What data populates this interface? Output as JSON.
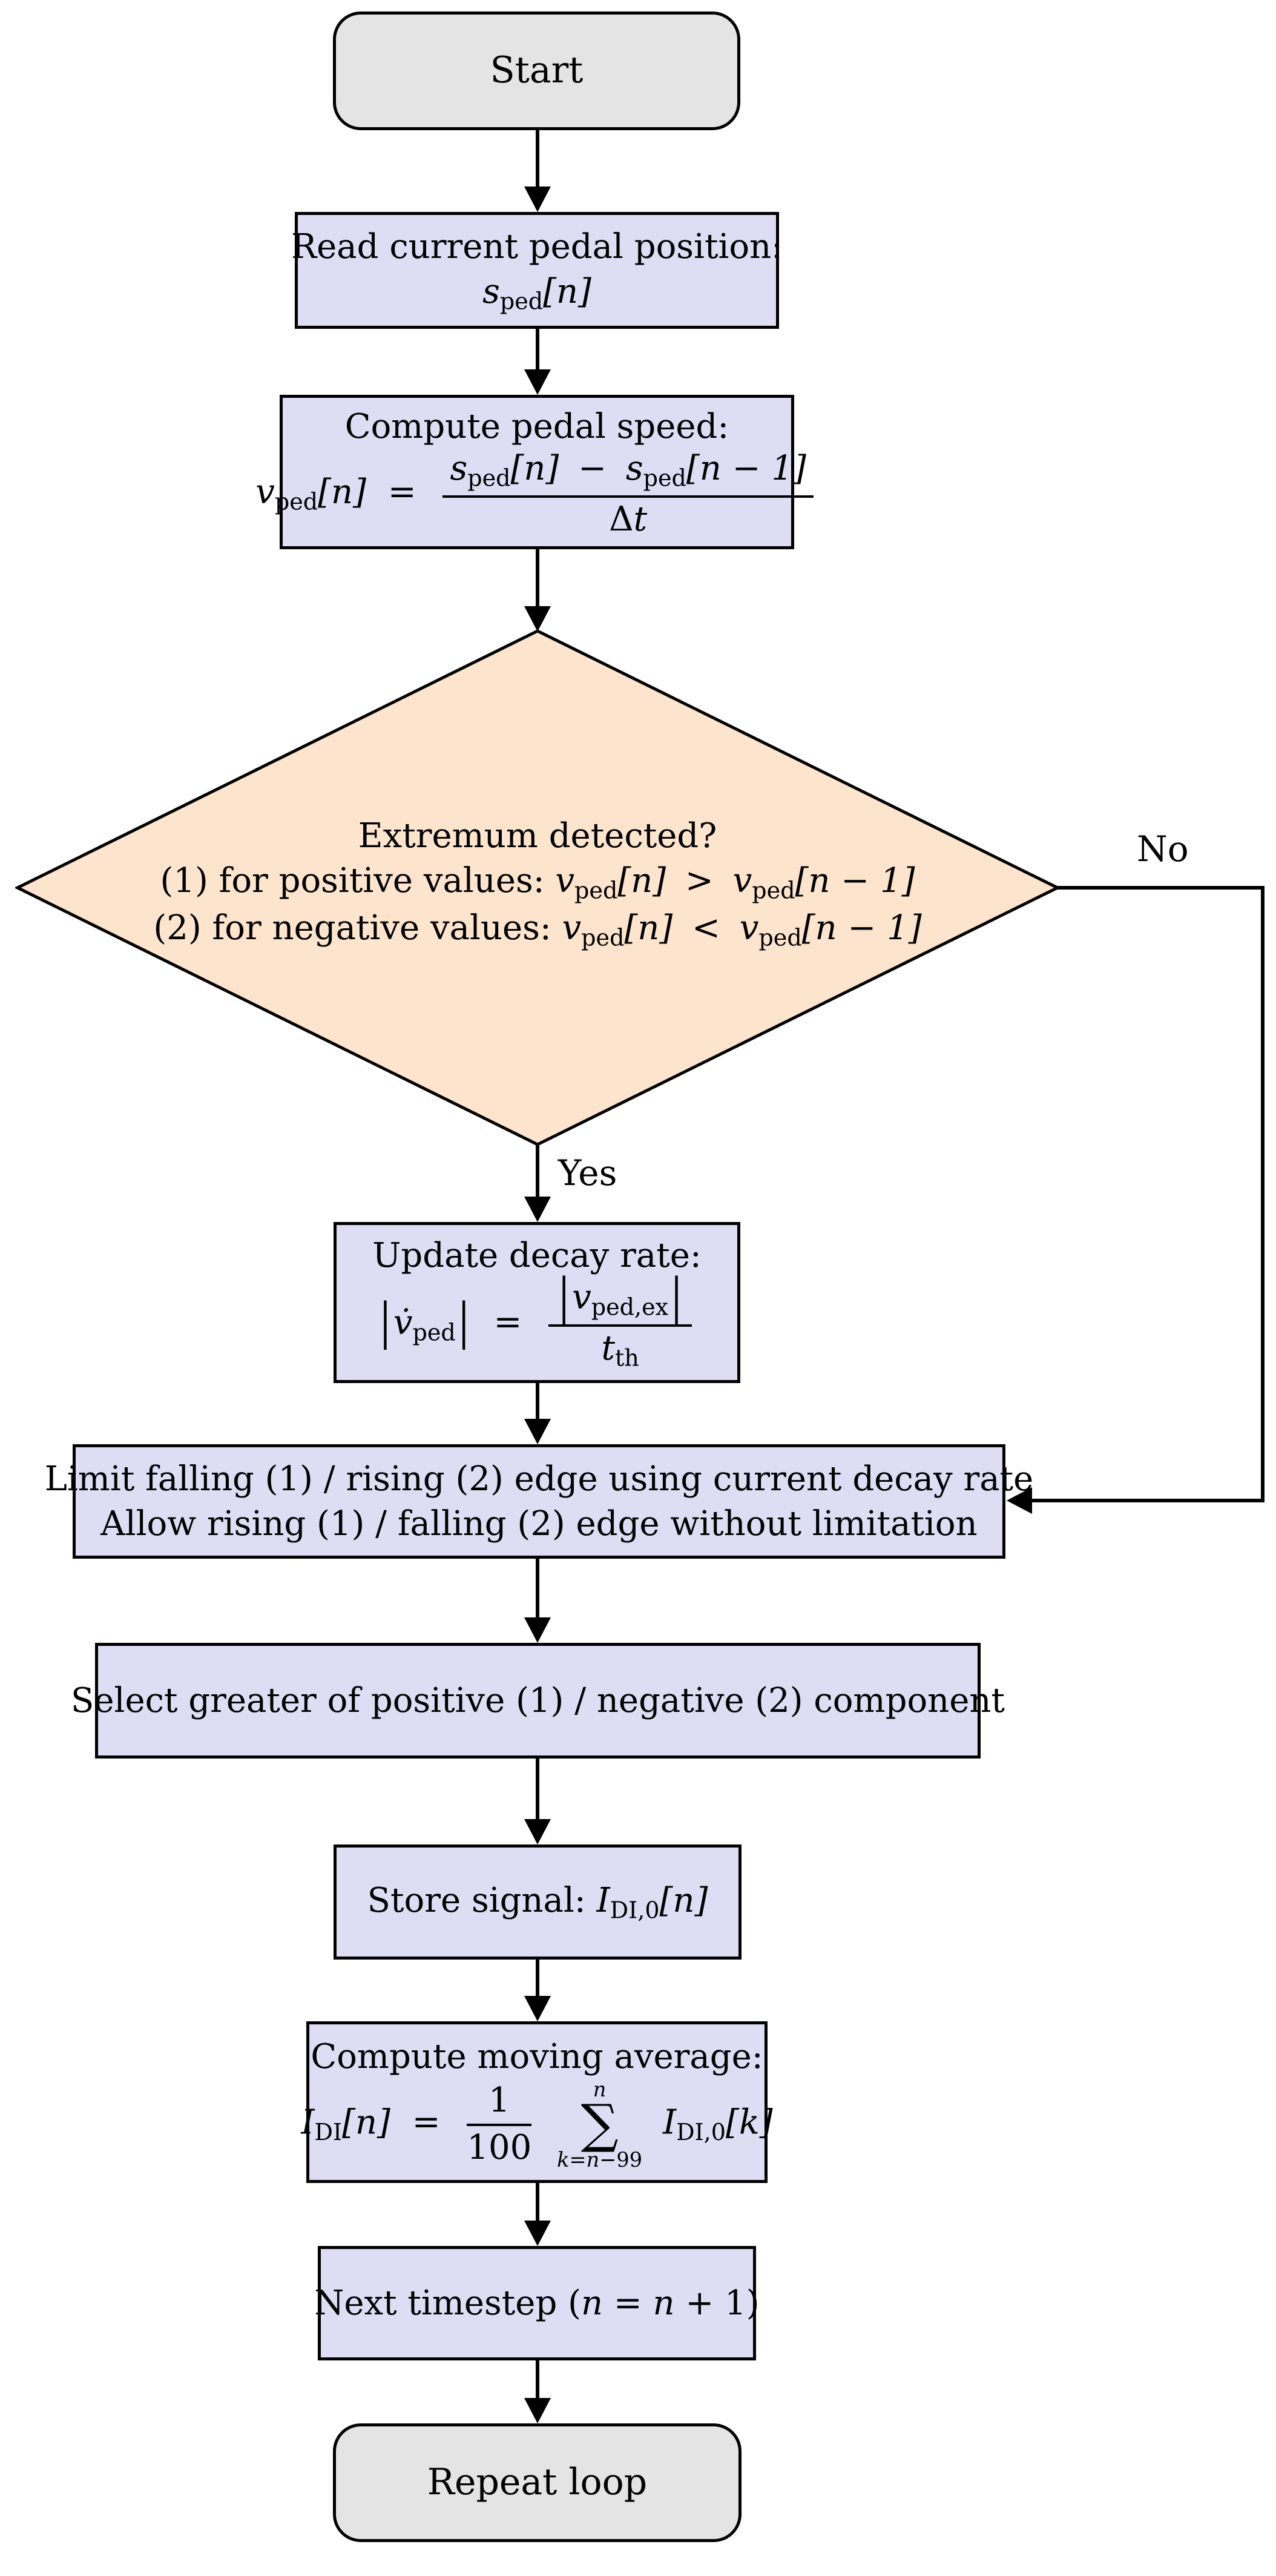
{
  "colors": {
    "process_fill": "#DFDDF4",
    "decision_fill": "#FCE5CC",
    "terminal_fill": "#E4E4E4",
    "line_color": "#000000"
  },
  "terminals": {
    "start": "Start",
    "repeat": "Repeat loop"
  },
  "edge_labels": {
    "yes": "Yes",
    "no": "No"
  },
  "read_box": {
    "title": "Read current pedal position:",
    "var": "s",
    "sub": "ped",
    "arg": "[n]"
  },
  "compute_box": {
    "title": "Compute pedal speed:",
    "lhs_var": "v",
    "lhs_sub": "ped",
    "lhs_arg": "[n]",
    "equals": "=",
    "num_var1": "s",
    "num_sub1": "ped",
    "num_arg1": "[n]",
    "minus": "−",
    "num_var2": "s",
    "num_sub2": "ped",
    "num_arg2": "[n − 1]",
    "den_delta": "Δ",
    "den_var": "t"
  },
  "decision": {
    "question": "Extremum detected?",
    "case1_label": "(1) for positive values:",
    "case1_lhs_var": "v",
    "case1_lhs_sub": "ped",
    "case1_lhs_arg": "[n]",
    "case1_op": ">",
    "case1_rhs_var": "v",
    "case1_rhs_sub": "ped",
    "case1_rhs_arg": "[n − 1]",
    "case2_label": "(2) for negative values:",
    "case2_lhs_var": "v",
    "case2_lhs_sub": "ped",
    "case2_lhs_arg": "[n]",
    "case2_op": "<",
    "case2_rhs_var": "v",
    "case2_rhs_sub": "ped",
    "case2_rhs_arg": "[n − 1]"
  },
  "update_box": {
    "title": "Update decay rate:",
    "lhs_bar_left": "|",
    "lhs_var": "v̇",
    "lhs_sub": "ped",
    "lhs_bar_right": "|",
    "equals": "=",
    "num_bar_left": "|",
    "num_var": "v",
    "num_sub": "ped,ex",
    "num_bar_right": "|",
    "den_var": "t",
    "den_sub": "th"
  },
  "limit_box": {
    "line1": "Limit falling (1) / rising (2) edge using current decay rate",
    "line2": "Allow rising (1) / falling (2) edge without limitation"
  },
  "select_box": {
    "line1": "Select greater of positive (1) / negative (2) component"
  },
  "store_box": {
    "title": "Store signal:",
    "var": "I",
    "sub": "DI,0",
    "arg": "[n]"
  },
  "avg_box": {
    "title": "Compute moving average:",
    "lhs_var": "I",
    "lhs_sub": "DI",
    "lhs_arg": "[n]",
    "equals": "=",
    "frac_num": "1",
    "frac_den": "100",
    "sum_top": "n",
    "sum_sigma": "∑",
    "sum_bot_var1": "k",
    "sum_bot_eq": "=",
    "sum_bot_var2": "n",
    "sum_bot_tail": "−99",
    "term_var": "I",
    "term_sub": "DI,0",
    "term_arg": "[k]"
  },
  "next_box": {
    "pre": "Next timestep (",
    "var1": "n",
    "mid": " = ",
    "var2": "n",
    "post": " + 1)"
  }
}
